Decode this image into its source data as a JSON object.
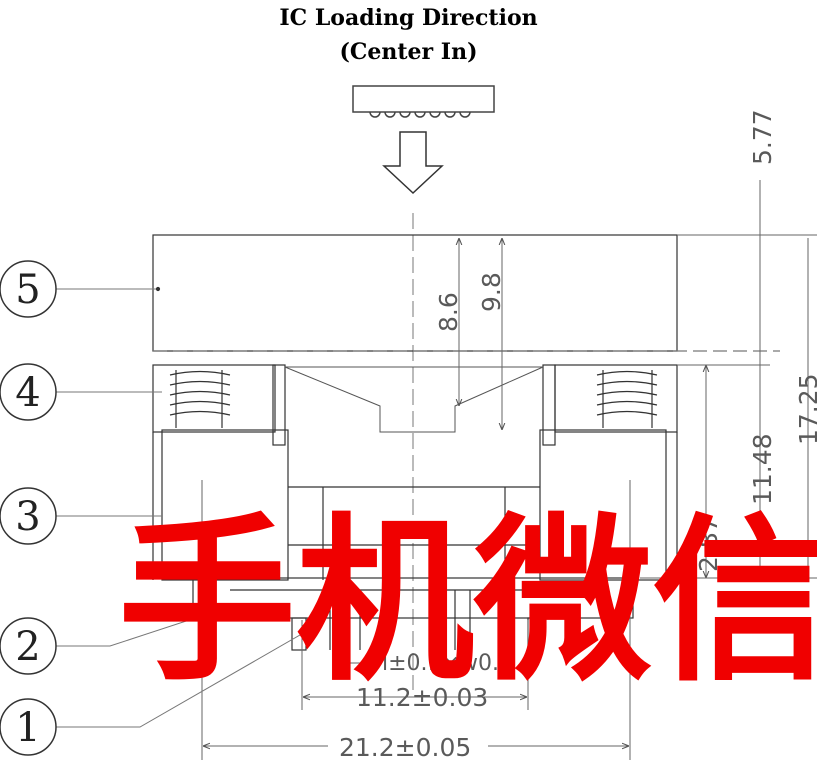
{
  "title": {
    "line1": "IC Loading Direction",
    "line2": "(Center In)"
  },
  "callouts": [
    "5",
    "4",
    "3",
    "2",
    "1"
  ],
  "dimensions": {
    "d_5_77": "5.77",
    "d_8_6": "8.6",
    "d_9_8": "9.8",
    "d_17_25": "17.25",
    "d_11_48": "11.48",
    "d_2_87": "2.87",
    "d_pin": "l±0.1×w0.7",
    "d_11_2": "11.2±0.03",
    "d_21_2": "21.2±0.05"
  },
  "watermark": "手机微信",
  "colors": {
    "line": "#555555",
    "watermark": "#f00000"
  }
}
